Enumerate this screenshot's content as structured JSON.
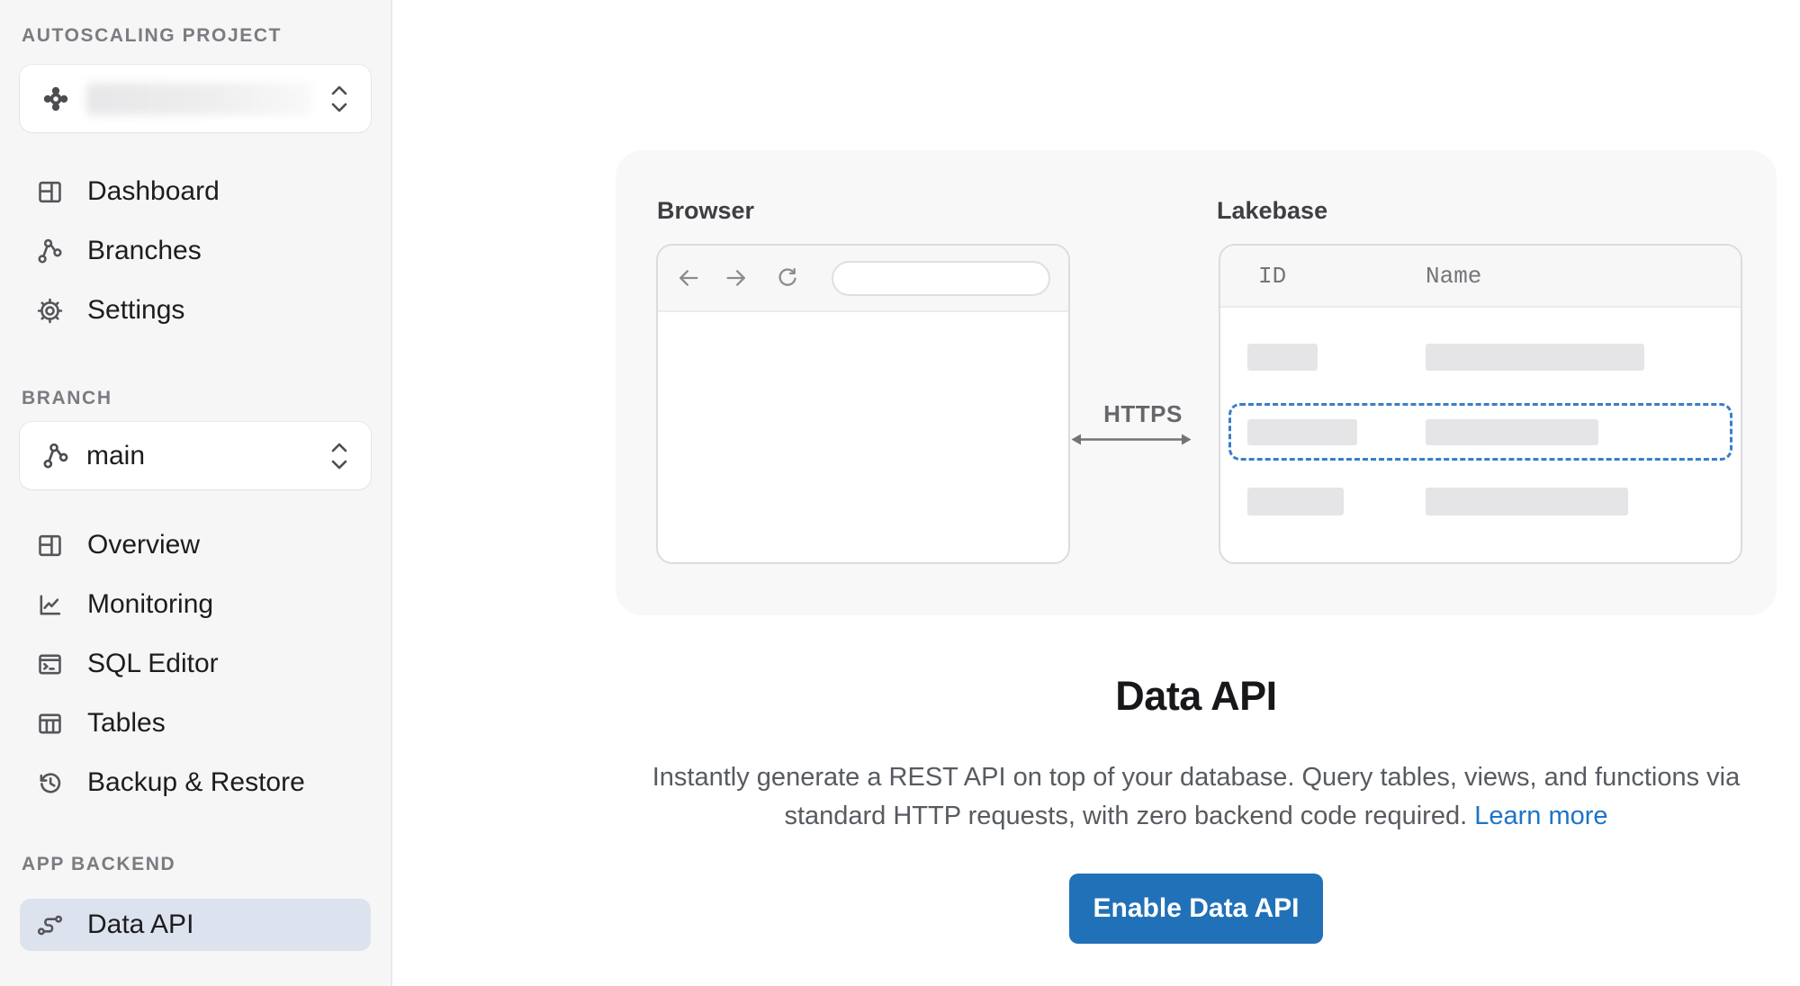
{
  "sidebar": {
    "section1_label": "AUTOSCALING PROJECT",
    "nav1": [
      {
        "label": "Dashboard"
      },
      {
        "label": "Branches"
      },
      {
        "label": "Settings"
      }
    ],
    "section2_label": "BRANCH",
    "branch_selector_value": "main",
    "nav2": [
      {
        "label": "Overview"
      },
      {
        "label": "Monitoring"
      },
      {
        "label": "SQL Editor"
      },
      {
        "label": "Tables"
      },
      {
        "label": "Backup & Restore"
      }
    ],
    "section3_label": "APP BACKEND",
    "nav3": [
      {
        "label": "Data API",
        "active": true
      }
    ]
  },
  "illustration": {
    "browser_label": "Browser",
    "lakebase_label": "Lakebase",
    "https_label": "HTTPS",
    "table_columns": [
      "ID",
      "Name"
    ]
  },
  "main": {
    "title": "Data API",
    "description_line1": "Instantly generate a REST API on top of your database. Query tables, views, and functions via",
    "description_line2": "standard HTTP requests, with zero backend code required.",
    "learn_more_label": "Learn more",
    "enable_button_label": "Enable Data API"
  },
  "colors": {
    "accent_blue": "#2171b8",
    "link_blue": "#1e73c6",
    "active_item_bg": "#dde3ee",
    "selection_dashed_blue": "#3a7ec6"
  }
}
